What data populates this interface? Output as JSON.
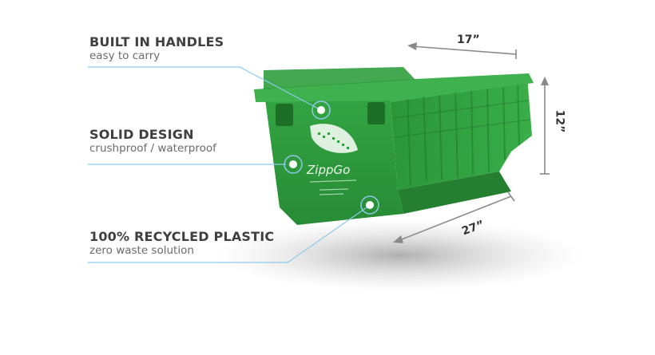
{
  "features": [
    {
      "title": "BUILT IN HANDLES",
      "subtitle": "easy to carry"
    },
    {
      "title": "SOLID DESIGN",
      "subtitle": "crushproof / waterproof"
    },
    {
      "title": "100% RECYCLED PLASTIC",
      "subtitle": "zero waste solution"
    }
  ],
  "dimensions": {
    "width": "17”",
    "height": "12”",
    "length": "27”"
  },
  "brand": {
    "name": "ZippGo"
  },
  "colors": {
    "crate_green": "#2e9a3c",
    "crate_dark": "#1f7a2c",
    "line_blue": "#8ec9ea",
    "text_dark": "#3f3f3f"
  }
}
